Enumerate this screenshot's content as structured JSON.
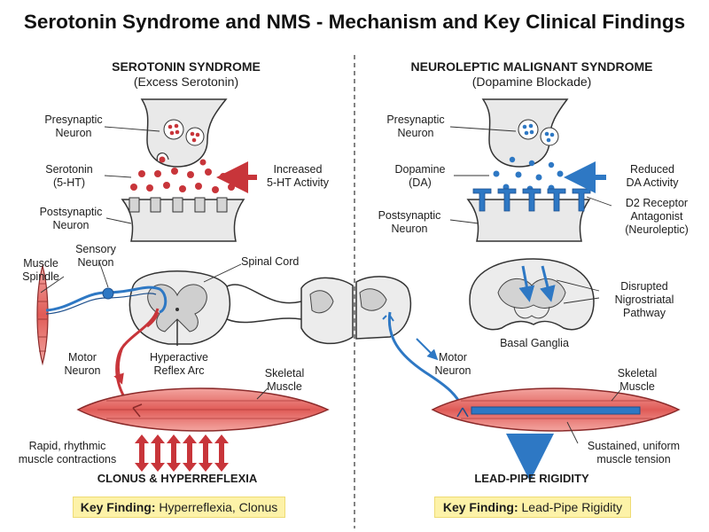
{
  "title": "Serotonin Syndrome and NMS - Mechanism and Key Clinical Findings",
  "colors": {
    "serotonin_red": "#c8353a",
    "dopamine_blue": "#2e78c4",
    "muscle_red": "#e66a66",
    "key_box": "#fdf2a8",
    "gray_tissue": "#e6e6e6"
  },
  "left": {
    "title": "SEROTONIN SYNDROME",
    "subtitle": "(Excess Serotonin)",
    "presynaptic": [
      "Presynaptic",
      "Neuron"
    ],
    "neurotransmitter": [
      "Serotonin",
      "(5-HT)"
    ],
    "activity": [
      "Increased",
      "5-HT Activity"
    ],
    "postsynaptic": [
      "Postsynaptic",
      "Neuron"
    ],
    "muscle_spindle": [
      "Muscle",
      "Spindle"
    ],
    "sensory_neuron": [
      "Sensory",
      "Neuron"
    ],
    "spinal_cord": "Spinal Cord",
    "motor_neuron": [
      "Motor",
      "Neuron"
    ],
    "reflex_arc": [
      "Hyperactive",
      "Reflex Arc"
    ],
    "skeletal_muscle": [
      "Skeletal",
      "Muscle"
    ],
    "contractions": [
      "Rapid, rhythmic",
      "muscle contractions"
    ],
    "finding_caption": "CLONUS & HYPERREFLEXIA",
    "key_label": "Key Finding:",
    "key_value": "Hyperreflexia, Clonus"
  },
  "right": {
    "title": "NEUROLEPTIC MALIGNANT SYNDROME",
    "subtitle": "(Dopamine Blockade)",
    "presynaptic": [
      "Presynaptic",
      "Neuron"
    ],
    "neurotransmitter": [
      "Dopamine",
      "(DA)"
    ],
    "activity": [
      "Reduced",
      "DA Activity"
    ],
    "postsynaptic": [
      "Postsynaptic",
      "Neuron"
    ],
    "receptor": [
      "D2 Receptor",
      "Antagonist",
      "(Neuroleptic)"
    ],
    "pathway": [
      "Disrupted",
      "Nigrostriatal",
      "Pathway"
    ],
    "basal_ganglia": "Basal Ganglia",
    "motor_neuron": [
      "Motor",
      "Neuron"
    ],
    "skeletal_muscle": [
      "Skeletal",
      "Muscle"
    ],
    "tension": [
      "Sustained, uniform",
      "muscle tension"
    ],
    "finding_caption": "LEAD-PIPE RIGIDITY",
    "key_label": "Key Finding:",
    "key_value": "Lead-Pipe Rigidity"
  }
}
